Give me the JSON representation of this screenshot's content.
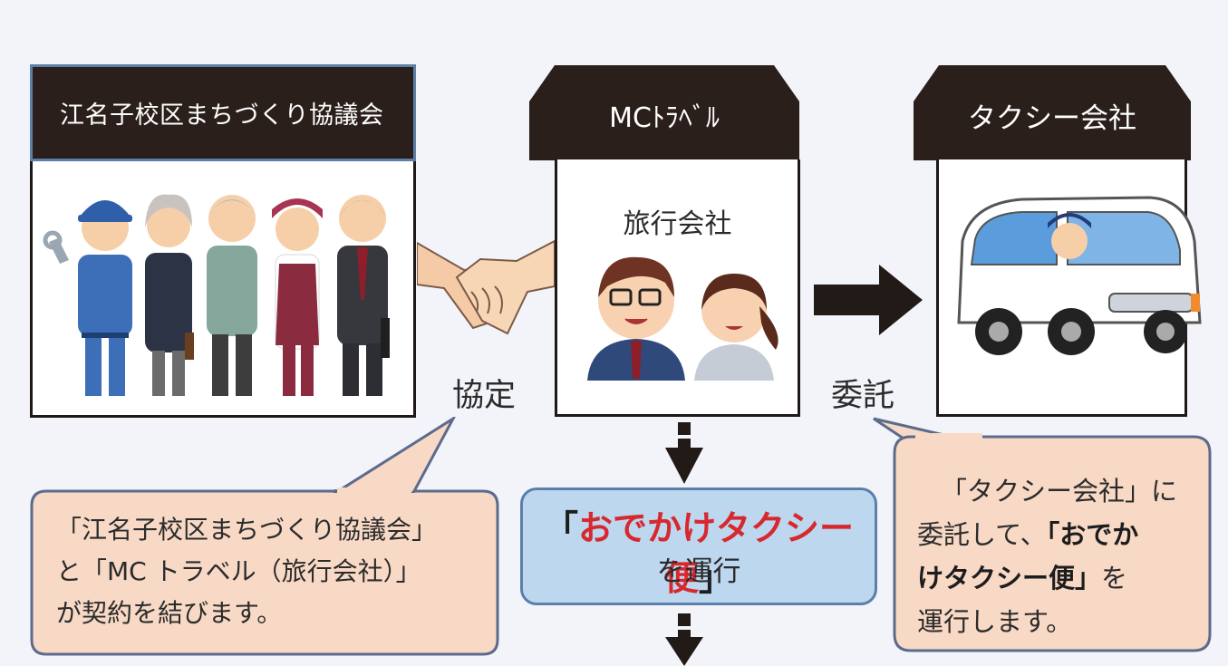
{
  "council": {
    "title": "江名子校区まちづくり協議会"
  },
  "travel": {
    "title": "MCﾄﾗﾍﾞﾙ",
    "subtitle": "旅行会社"
  },
  "taxi": {
    "title": "タクシー会社"
  },
  "relations": {
    "agreement": "協定",
    "commission": "委託"
  },
  "result": {
    "open_bracket": "「",
    "name": "おでかけタクシー便",
    "close_bracket": "」",
    "action": "を運行"
  },
  "callout_left": {
    "lines": [
      "「江名子校区まちづくり協議会」",
      "と「MC トラベル（旅行会社）」",
      "が契約を結びます。"
    ]
  },
  "callout_right": {
    "line1": "「タクシー会社」に",
    "line2a": "委託して、",
    "line2b": "「おでか",
    "line3a": "けタクシー便」",
    "line3b": "を",
    "line4": "運行します。"
  },
  "colors": {
    "header_dark": "#2a1f1b",
    "result_fill": "#bcd7ee",
    "result_border": "#5b7fab",
    "callout_fill": "#f8d9c6",
    "accent_red": "#d8282f"
  }
}
